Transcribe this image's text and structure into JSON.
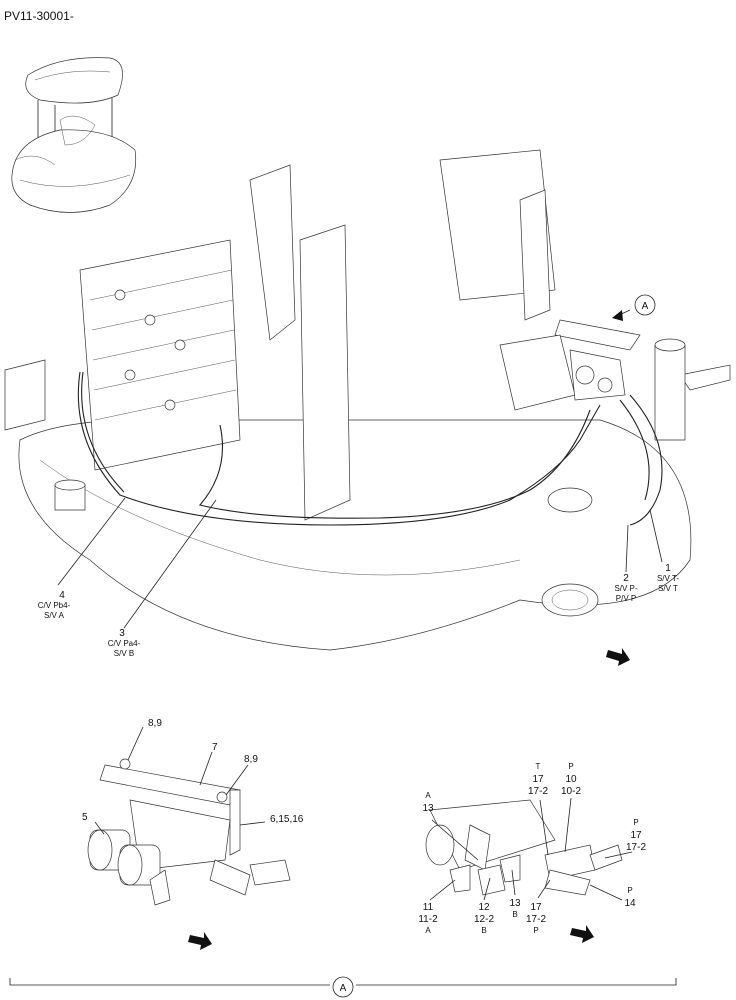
{
  "header": {
    "doc_code": "PV11-30001-"
  },
  "view_marker": {
    "letter": "A"
  },
  "main_callouts": [
    {
      "id": "c1",
      "number": "1",
      "lines": [
        "S/V T-",
        "S/V T"
      ]
    },
    {
      "id": "c2",
      "number": "2",
      "lines": [
        "S/V P-",
        "P/V P"
      ]
    },
    {
      "id": "c3",
      "number": "3",
      "lines": [
        "C/V Pa4-",
        "S/V B"
      ]
    },
    {
      "id": "c4",
      "number": "4",
      "lines": [
        "C/V Pb4-",
        "S/V A"
      ]
    }
  ],
  "detail_left_callouts": [
    {
      "id": "l89a",
      "text": "8,9"
    },
    {
      "id": "l7",
      "text": "7"
    },
    {
      "id": "l89b",
      "text": "8,9"
    },
    {
      "id": "l5",
      "text": "5"
    },
    {
      "id": "l6",
      "text": "6,15,16"
    }
  ],
  "detail_right_callouts": [
    {
      "id": "rA",
      "lines": [
        "A",
        "13"
      ]
    },
    {
      "id": "rT",
      "lines": [
        "T",
        "17",
        "17-2"
      ]
    },
    {
      "id": "rP",
      "lines": [
        "P",
        "10",
        "10-2"
      ]
    },
    {
      "id": "rP2",
      "lines": [
        "P",
        "17",
        "17-2"
      ]
    },
    {
      "id": "rP3",
      "lines": [
        "P",
        "14"
      ]
    },
    {
      "id": "r11",
      "lines": [
        "11",
        "11-2",
        "A"
      ]
    },
    {
      "id": "r12",
      "lines": [
        "12",
        "12-2",
        "B"
      ]
    },
    {
      "id": "r13",
      "lines": [
        "13",
        "B"
      ]
    },
    {
      "id": "r17",
      "lines": [
        "17",
        "17-2",
        "P"
      ]
    }
  ],
  "footer": {
    "view_label": "A"
  },
  "icons": [
    "front-direction-arrow-icon",
    "view-direction-arrow-icon"
  ]
}
